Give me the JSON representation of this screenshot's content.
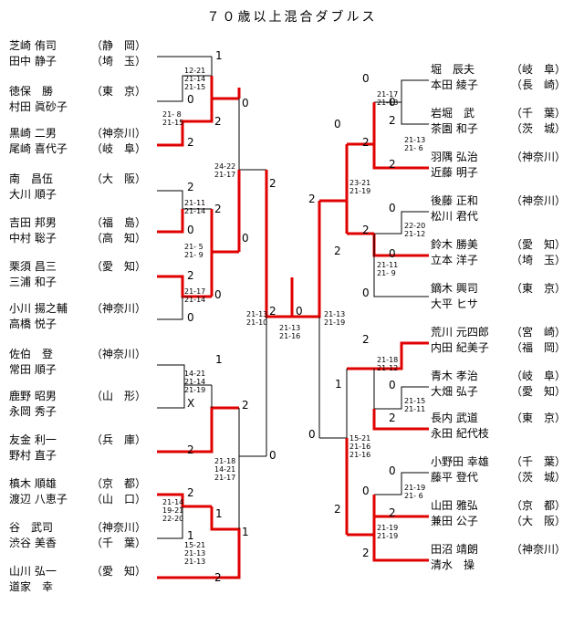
{
  "title": "７０歳以上混合ダブルス",
  "left_pairs": [
    {
      "p1": "芝崎 侑司",
      "p1_pref": "（静　岡）",
      "p2": "田中 静子",
      "p2_pref": "（埼　玉）"
    },
    {
      "p1": "徳保　勝",
      "p1_pref": "（東　京）",
      "p2": "村田 眞砂子",
      "p2_pref": ""
    },
    {
      "p1": "黒崎 二男",
      "p1_pref": "（神奈川）",
      "p2": "尾崎 喜代子",
      "p2_pref": "（岐　阜）"
    },
    {
      "p1": "南　昌伍",
      "p1_pref": "（大　阪）",
      "p2": "大川 順子",
      "p2_pref": ""
    },
    {
      "p1": "吉田 邦男",
      "p1_pref": "（福　島）",
      "p2": "中村 聡子",
      "p2_pref": "（高　知）"
    },
    {
      "p1": "栗須 昌三",
      "p1_pref": "（愛　知）",
      "p2": "三浦 和子",
      "p2_pref": ""
    },
    {
      "p1": "小川 揚之輔",
      "p1_pref": "（神奈川）",
      "p2": "高橋 悦子",
      "p2_pref": ""
    },
    {
      "p1": "佐伯　登",
      "p1_pref": "（神奈川）",
      "p2": "常田 順子",
      "p2_pref": ""
    },
    {
      "p1": "鹿野 昭男",
      "p1_pref": "（山　形）",
      "p2": "永岡 秀子",
      "p2_pref": ""
    },
    {
      "p1": "友金 利一",
      "p1_pref": "（兵　庫）",
      "p2": "野村 直子",
      "p2_pref": ""
    },
    {
      "p1": "槙木 順雄",
      "p1_pref": "（京　都）",
      "p2": "渡辺 八恵子",
      "p2_pref": "（山　口）"
    },
    {
      "p1": "谷　武司",
      "p1_pref": "（神奈川）",
      "p2": "渋谷 美香",
      "p2_pref": "（千　葉）"
    },
    {
      "p1": "山川 弘一",
      "p1_pref": "（愛　知）",
      "p2": "道家　幸",
      "p2_pref": ""
    }
  ],
  "right_pairs": [
    {
      "p1": "堀　辰夫",
      "p1_pref": "（岐　阜）",
      "p2": "本田 綾子",
      "p2_pref": "（長　崎）"
    },
    {
      "p1": "岩堀　武",
      "p1_pref": "（千　葉）",
      "p2": "茶園 和子",
      "p2_pref": "（茨　城）"
    },
    {
      "p1": "羽隅 弘治",
      "p1_pref": "（神奈川）",
      "p2": "近藤 明子",
      "p2_pref": ""
    },
    {
      "p1": "後藤 正和",
      "p1_pref": "（神奈川）",
      "p2": "松川 君代",
      "p2_pref": ""
    },
    {
      "p1": "鈴木 勝美",
      "p1_pref": "（愛　知）",
      "p2": "立本 洋子",
      "p2_pref": "（埼　玉）"
    },
    {
      "p1": "鏑木 興司",
      "p1_pref": "（東　京）",
      "p2": "大平 ヒサ",
      "p2_pref": ""
    },
    {
      "p1": "荒川 元四郎",
      "p1_pref": "（宮　崎）",
      "p2": "内田 紀美子",
      "p2_pref": "（福　岡）"
    },
    {
      "p1": "青木 孝治",
      "p1_pref": "（岐　阜）",
      "p2": "大畑 弘子",
      "p2_pref": "（愛　知）"
    },
    {
      "p1": "長内 武道",
      "p1_pref": "（東　京）",
      "p2": "永田 紀代枝",
      "p2_pref": ""
    },
    {
      "p1": "小野田 幸雄",
      "p1_pref": "（千　葉）",
      "p2": "藤平 登代",
      "p2_pref": "（茨　城）"
    },
    {
      "p1": "山田 雅弘",
      "p1_pref": "（京　都）",
      "p2": "兼田 公子",
      "p2_pref": "（大　阪）"
    },
    {
      "p1": "田沼 靖朗",
      "p1_pref": "（神奈川）",
      "p2": "清水　操",
      "p2_pref": ""
    }
  ],
  "scores": {
    "lm1": "12-21\n21-14\n21-15",
    "lm2": "21- 8\n21-15",
    "lm3": "21-11\n21-14",
    "lm4": "21- 5\n21- 9",
    "lm5": "21-17\n21-14",
    "lm6": "24-22\n21-17",
    "lm7": "14-21\n21-14\n21-19",
    "lm8": "21-14\n19-21\n22-20",
    "lm9": "15-21\n21-13\n21-13",
    "lm10": "21-18\n14-21\n21-17",
    "lsf": "21-13\n21-10",
    "final": "21-13\n21-16",
    "rsf": "21-13\n21-19",
    "rm1": "21-17\n21-18",
    "rm2": "21-13\n21- 6",
    "rm3": "22-20\n21-12",
    "rm4": "21-11\n21- 9",
    "rm5": "23-21\n21-19",
    "rm6": "21-18\n21-12",
    "rm7": "21-15\n21-11",
    "rm8": "21-19\n21- 6",
    "rm9": "21-19\n21-19",
    "rm10": "15-21\n21-16\n21-16"
  },
  "marks": {
    "l_r1_s": "1",
    "l_r1_t": "0",
    "l_r1_b": "2",
    "l_r1_bb": "2",
    "l_r2_g2_t": "0",
    "l_r2_g2_b": "2",
    "l_r1_g3_t": "2",
    "l_r1_g3_b": "0",
    "l_r2_g1_t": "0",
    "l_r2_g1_b": "2",
    "l_r3_top": "2",
    "l_r1_g4_t": "1",
    "l_r1_g4_x": "X",
    "l_r1_g4_b": "2",
    "l_r2_g4_t": "2",
    "l_r2_g4_b": "0",
    "l_r1_g5_t": "2",
    "l_r1_g5_b": "1",
    "l_r1_g5_s": "1",
    "l_r1_g5_bb": "2",
    "l_r2_g5_t": "1",
    "l_r3_bot": "0",
    "l_sf": "2",
    "final_l": "2",
    "final_r": "0",
    "r_sf": "2",
    "r_r3_top": "2",
    "r_r3_bot": "0",
    "r_r3b_t": "1",
    "r_r1_t": "0",
    "r_r1_m": "2",
    "r_r1_mb": "2",
    "r_r2_g1": "0",
    "r_r2_g1_b": "2",
    "r_r1_g3_t": "0",
    "r_r1_g3_b": "2",
    "r_r1_g2_b": "2",
    "r_r1_g2_s": "0",
    "r_r1_g4_t": "2",
    "r_r1_g4_b": "0",
    "r_r1_g4_m": "2",
    "r_r1_g5_t": "0",
    "r_r1_g5_b": "2",
    "r_r1_g5_s": "0",
    "r_r1_g5_bb": "2",
    "r_r2_g4_b": "0",
    "r_r2_g5": "2"
  }
}
